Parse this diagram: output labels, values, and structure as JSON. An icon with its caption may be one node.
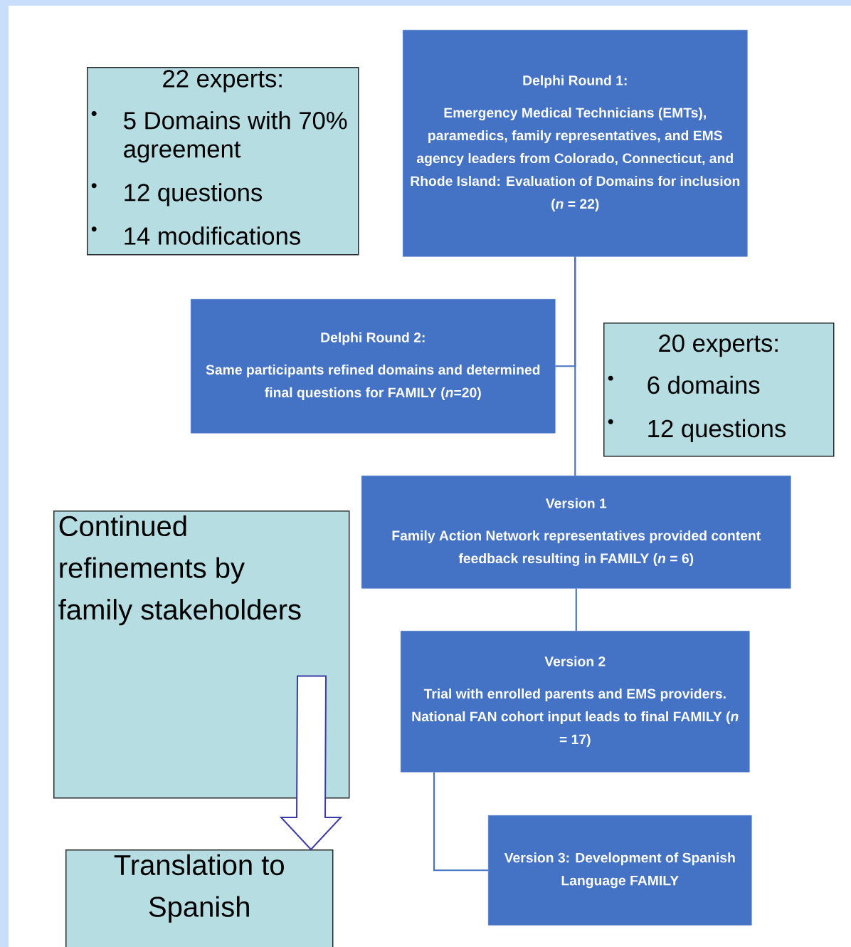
{
  "diagram": {
    "nodes": [
      {
        "text": [
          "Delphi Round 1:",
          "Emergency Medical Technicians (EMTs), paramedics, family representatives, and EMS agency leaders from Colorado, Connecticut, and Rhode Island: Evaluation of Domains for inclusion (*n* = 22)"
        ]
      },
      {
        "text": [
          "22 experts:",
          "5 Domains with 70% agreement",
          "12 questions",
          "14 modifications"
        ]
      },
      {
        "text": [
          "Delphi Round 2:",
          "Same participants refined domains and determined final questions for FAMILY (*n*=20)"
        ]
      },
      {
        "text": [
          "20 experts:",
          "6 domains",
          "12 questions"
        ]
      },
      {
        "text": [
          "Version 1",
          "Family Action Network representatives provided content feedback resulting in FAMILY (*n* = 6)"
        ]
      },
      {
        "text": [
          "Continued refinements by family stakeholders"
        ]
      },
      {
        "text": [
          "Version 2",
          "Trial with enrolled parents and EMS providers. National FAN cohort input leads to final FAMILY (*n* = 17)"
        ]
      },
      {
        "text": [
          "Translation to Spanish"
        ]
      },
      {
        "text": [
          "Version 3: Development of Spanish Language FAMILY"
        ]
      }
    ],
    "edges": [
      {
        "from": 0,
        "to": 4,
        "arrow": "none"
      },
      {
        "from": 0,
        "to": 2,
        "arrow": "none"
      },
      {
        "from": 4,
        "to": 6,
        "arrow": "none"
      },
      {
        "from": 6,
        "to": 8,
        "arrow": "none"
      },
      {
        "from": 5,
        "to": 7,
        "arrow": "to"
      }
    ]
  }
}
